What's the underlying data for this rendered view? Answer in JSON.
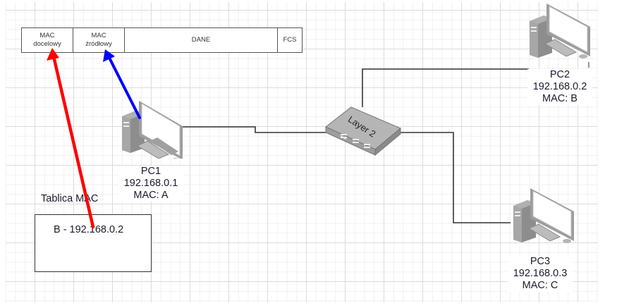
{
  "frame": {
    "fields": [
      {
        "line1": "MAC",
        "line2": "docelowy"
      },
      {
        "line1": "MAC",
        "line2": "źródłowy"
      },
      {
        "line1": "DANE",
        "line2": ""
      },
      {
        "line1": "FCS",
        "line2": ""
      }
    ]
  },
  "switch": {
    "label": "Layer 2"
  },
  "hosts": [
    {
      "name": "PC1",
      "ip": "192.168.0.1",
      "mac": "MAC: A"
    },
    {
      "name": "PC2",
      "ip": "192.168.0.2",
      "mac": "MAC: B"
    },
    {
      "name": "PC3",
      "ip": "192.168.0.3",
      "mac": "MAC: C"
    }
  ],
  "mac_table": {
    "title": "Tablica MAC",
    "entries": [
      "B - 192.168.0.2"
    ]
  },
  "arrows": [
    {
      "from": "mac-table",
      "to": "MAC docelowy",
      "color": "#ff0000"
    },
    {
      "from": "PC1",
      "to": "MAC źródłowy",
      "color": "#0000ff"
    }
  ]
}
